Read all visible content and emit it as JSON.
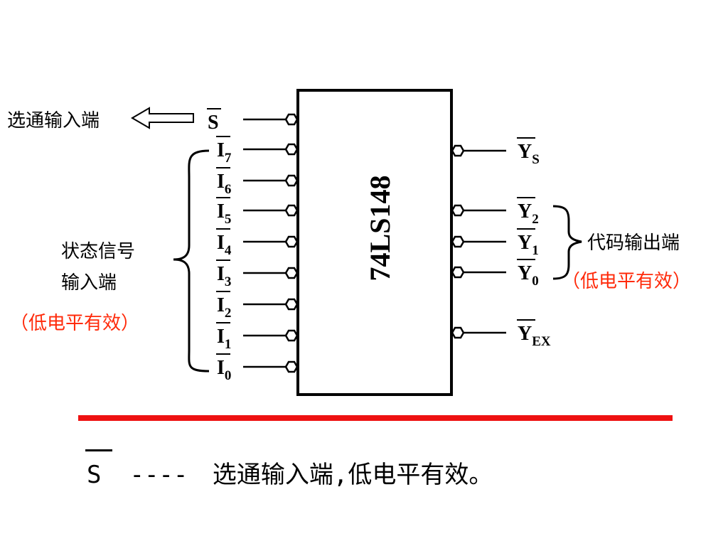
{
  "chip": {
    "name": "74LS148"
  },
  "left_pins": [
    {
      "id": "s",
      "letter": "S",
      "sub": ""
    },
    {
      "id": "i7",
      "letter": "I",
      "sub": "7"
    },
    {
      "id": "i6",
      "letter": "I",
      "sub": "6"
    },
    {
      "id": "i5",
      "letter": "I",
      "sub": "5"
    },
    {
      "id": "i4",
      "letter": "I",
      "sub": "4"
    },
    {
      "id": "i3",
      "letter": "I",
      "sub": "3"
    },
    {
      "id": "i2",
      "letter": "I",
      "sub": "2"
    },
    {
      "id": "i1",
      "letter": "I",
      "sub": "1"
    },
    {
      "id": "i0",
      "letter": "I",
      "sub": "0"
    }
  ],
  "right_pins": [
    {
      "id": "ys",
      "letter": "Y",
      "sub": "S"
    },
    {
      "id": "y2",
      "letter": "Y",
      "sub": "2"
    },
    {
      "id": "y1",
      "letter": "Y",
      "sub": "1"
    },
    {
      "id": "y0",
      "letter": "Y",
      "sub": "0"
    },
    {
      "id": "yex",
      "letter": "Y",
      "sub": "EX"
    }
  ],
  "labels": {
    "strobe_input": "选通输入端",
    "state_input_line1": "状态信号",
    "state_input_line2": "输入端",
    "left_active_low": "（低电平有效）",
    "code_output": "代码输出端",
    "right_active_low": "（低电平有效）"
  },
  "note": {
    "symbol": "S",
    "dashes": "----",
    "text": "选通输入端,低电平有效。"
  },
  "colors": {
    "divider": "#ee1111",
    "highlight_text": "#ff2a0a",
    "ink": "#000000"
  }
}
